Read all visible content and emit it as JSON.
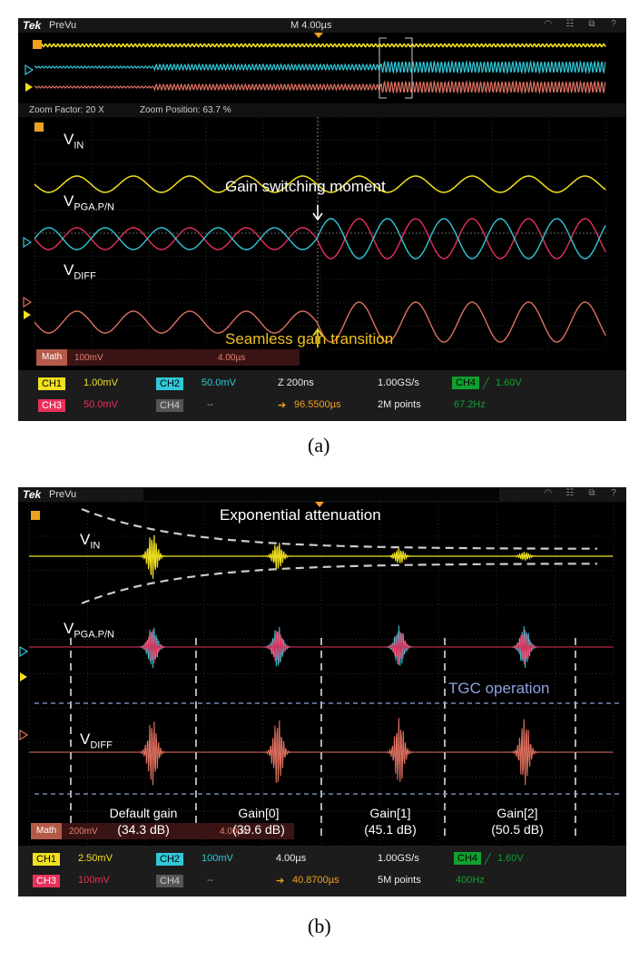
{
  "panel_a": {
    "brand": "Tek",
    "mode": "PreVu",
    "horizontal": "M 4.00µs",
    "zoom_factor": "Zoom Factor: 20 X",
    "zoom_position": "Zoom Position: 63.7 %",
    "vin_main": "V",
    "vin_sub": "IN",
    "vpga_main": "V",
    "vpga_sub": "PGA.P/N",
    "vdiff_main": "V",
    "vdiff_sub": "DIFF",
    "anno_switch": "Gain switching moment",
    "anno_seamless": "Seamless gain transition",
    "math_tag": "Math",
    "math_scale": "100mV",
    "math_time": "4.00µs",
    "ch1_tag": "CH1",
    "ch1_val": "1.00mV",
    "ch2_tag": "CH2",
    "ch2_val": "50.0mV",
    "ch3_tag": "CH3",
    "ch3_val": "50.0mV",
    "ch4_tag": "CH4",
    "ch4_val": "--",
    "zoom_time": "Z 200ns",
    "position": "96.5500µs",
    "sample_rate": "1.00GS/s",
    "record": "2M points",
    "trig_tag": "CH4",
    "trig_level": "1.60V",
    "freq": "67.2Hz",
    "caption": "(a)"
  },
  "panel_b": {
    "brand": "Tek",
    "mode": "PreVu",
    "anno_exp": "Exponential attenuation",
    "vin_main": "V",
    "vin_sub": "IN",
    "vpga_main": "V",
    "vpga_sub": "PGA.P/N",
    "vdiff_main": "V",
    "vdiff_sub": "DIFF",
    "anno_tgc": "TGC operation",
    "gains": [
      {
        "name": "Default gain",
        "db": "(34.3 dB)"
      },
      {
        "name": "Gain[0]",
        "db": "(39.6 dB)"
      },
      {
        "name": "Gain[1]",
        "db": "(45.1 dB)"
      },
      {
        "name": "Gain[2]",
        "db": "(50.5 dB)"
      }
    ],
    "math_tag": "Math",
    "math_scale": "200mV",
    "math_time": "4.00µs",
    "ch1_tag": "CH1",
    "ch1_val": "2.50mV",
    "ch2_tag": "CH2",
    "ch2_val": "100mV",
    "ch3_tag": "CH3",
    "ch3_val": "100mV",
    "ch4_tag": "CH4",
    "ch4_val": "--",
    "time_div": "4.00µs",
    "position": "40.8700µs",
    "sample_rate": "1.00GS/s",
    "record": "5M points",
    "trig_tag": "CH4",
    "trig_level": "1.60V",
    "freq": "400Hz",
    "caption": "(b)"
  },
  "colors": {
    "ch1": "#f0e020",
    "ch2": "#30c8d8",
    "ch3": "#e8305a",
    "math": "#e07060",
    "trigger": "#f0a020",
    "tgc_line": "#8ea0e0"
  },
  "icons": [
    "trigger-icon",
    "wifi-icon",
    "network-icon",
    "export-icon",
    "help-icon"
  ]
}
